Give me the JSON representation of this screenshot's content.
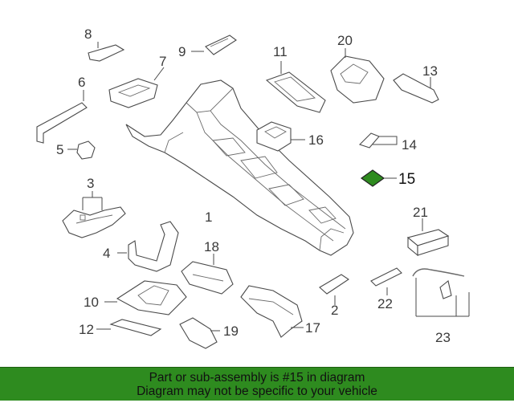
{
  "diagram": {
    "callouts": {
      "c1": "1",
      "c2": "2",
      "c3": "3",
      "c4": "4",
      "c5": "5",
      "c6": "6",
      "c7": "7",
      "c8": "8",
      "c9": "9",
      "c10": "10",
      "c11": "11",
      "c12": "12",
      "c13": "13",
      "c14": "14",
      "c15": "15",
      "c16": "16",
      "c17": "17",
      "c18": "18",
      "c19": "19",
      "c20": "20",
      "c21": "21",
      "c22": "22",
      "c23": "23"
    },
    "highlighted_callout": "15",
    "highlight_color": "#2e8b1f"
  },
  "banner": {
    "line1": "Part or sub-assembly is #15 in diagram",
    "line2": "Diagram may not be specific to your vehicle",
    "background": "#2e8b1f"
  }
}
